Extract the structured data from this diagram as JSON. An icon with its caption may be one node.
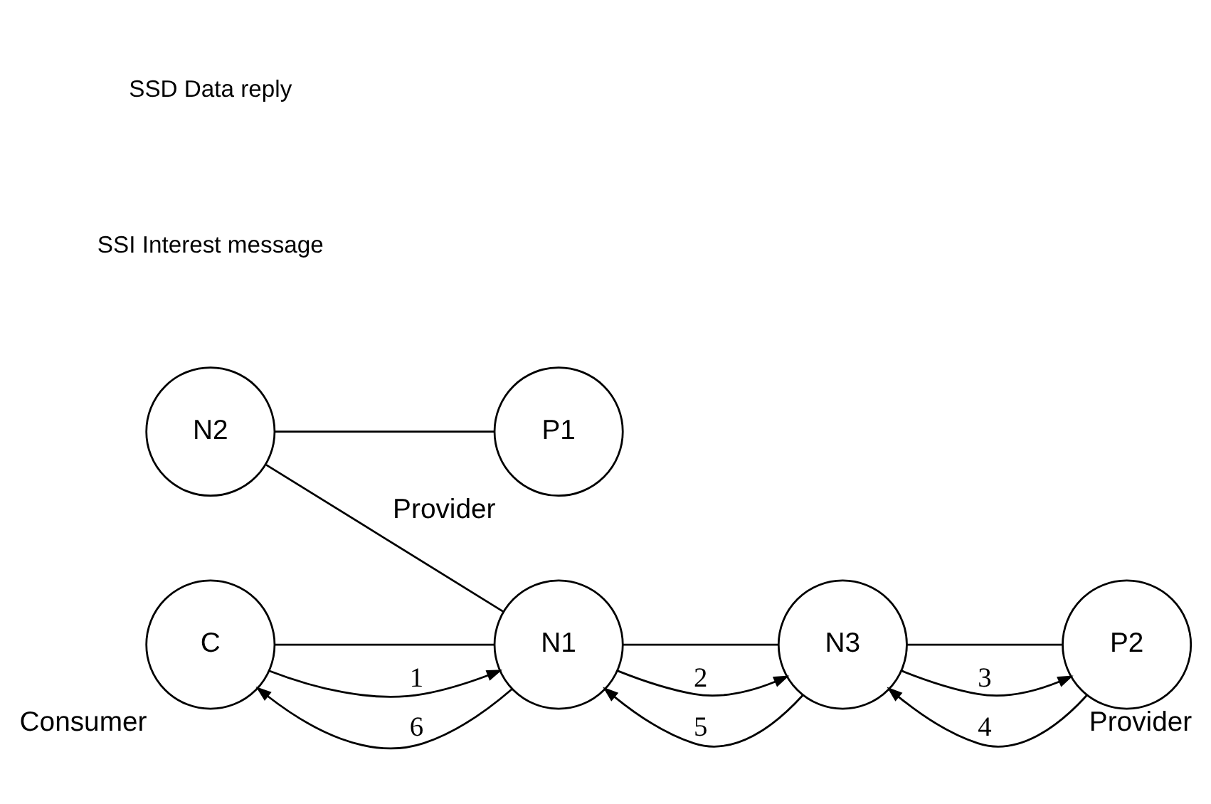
{
  "diagram": {
    "nodes": [
      {
        "text": [
          "N2"
        ]
      },
      {
        "text": [
          "P1"
        ],
        "beside": [
          "Provider"
        ]
      },
      {
        "text": [
          "C"
        ],
        "beside": [
          "Consumer"
        ]
      },
      {
        "text": [
          "N1"
        ]
      },
      {
        "text": [
          "N3"
        ]
      },
      {
        "text": [
          "P2"
        ],
        "beside": [
          "Provider"
        ]
      }
    ],
    "edges": [
      {
        "from": 0,
        "to": 1,
        "arrow": "none"
      },
      {
        "from": 0,
        "to": 3,
        "arrow": "none"
      },
      {
        "from": 2,
        "to": 3,
        "arrow": "none"
      },
      {
        "from": 3,
        "to": 4,
        "arrow": "none"
      },
      {
        "from": 4,
        "to": 5,
        "arrow": "none"
      },
      {
        "from": 2,
        "to": 3,
        "arrow": "to",
        "label": "1"
      },
      {
        "from": 3,
        "to": 4,
        "arrow": "to",
        "label": "2"
      },
      {
        "from": 4,
        "to": 5,
        "arrow": "to",
        "label": "3"
      },
      {
        "from": 5,
        "to": 4,
        "arrow": "to",
        "label": "4"
      },
      {
        "from": 4,
        "to": 3,
        "arrow": "to",
        "label": "5"
      },
      {
        "from": 3,
        "to": 2,
        "arrow": "to",
        "label": "6"
      }
    ],
    "labels": [
      "SSI Interest message",
      "SSD Data reply"
    ]
  }
}
